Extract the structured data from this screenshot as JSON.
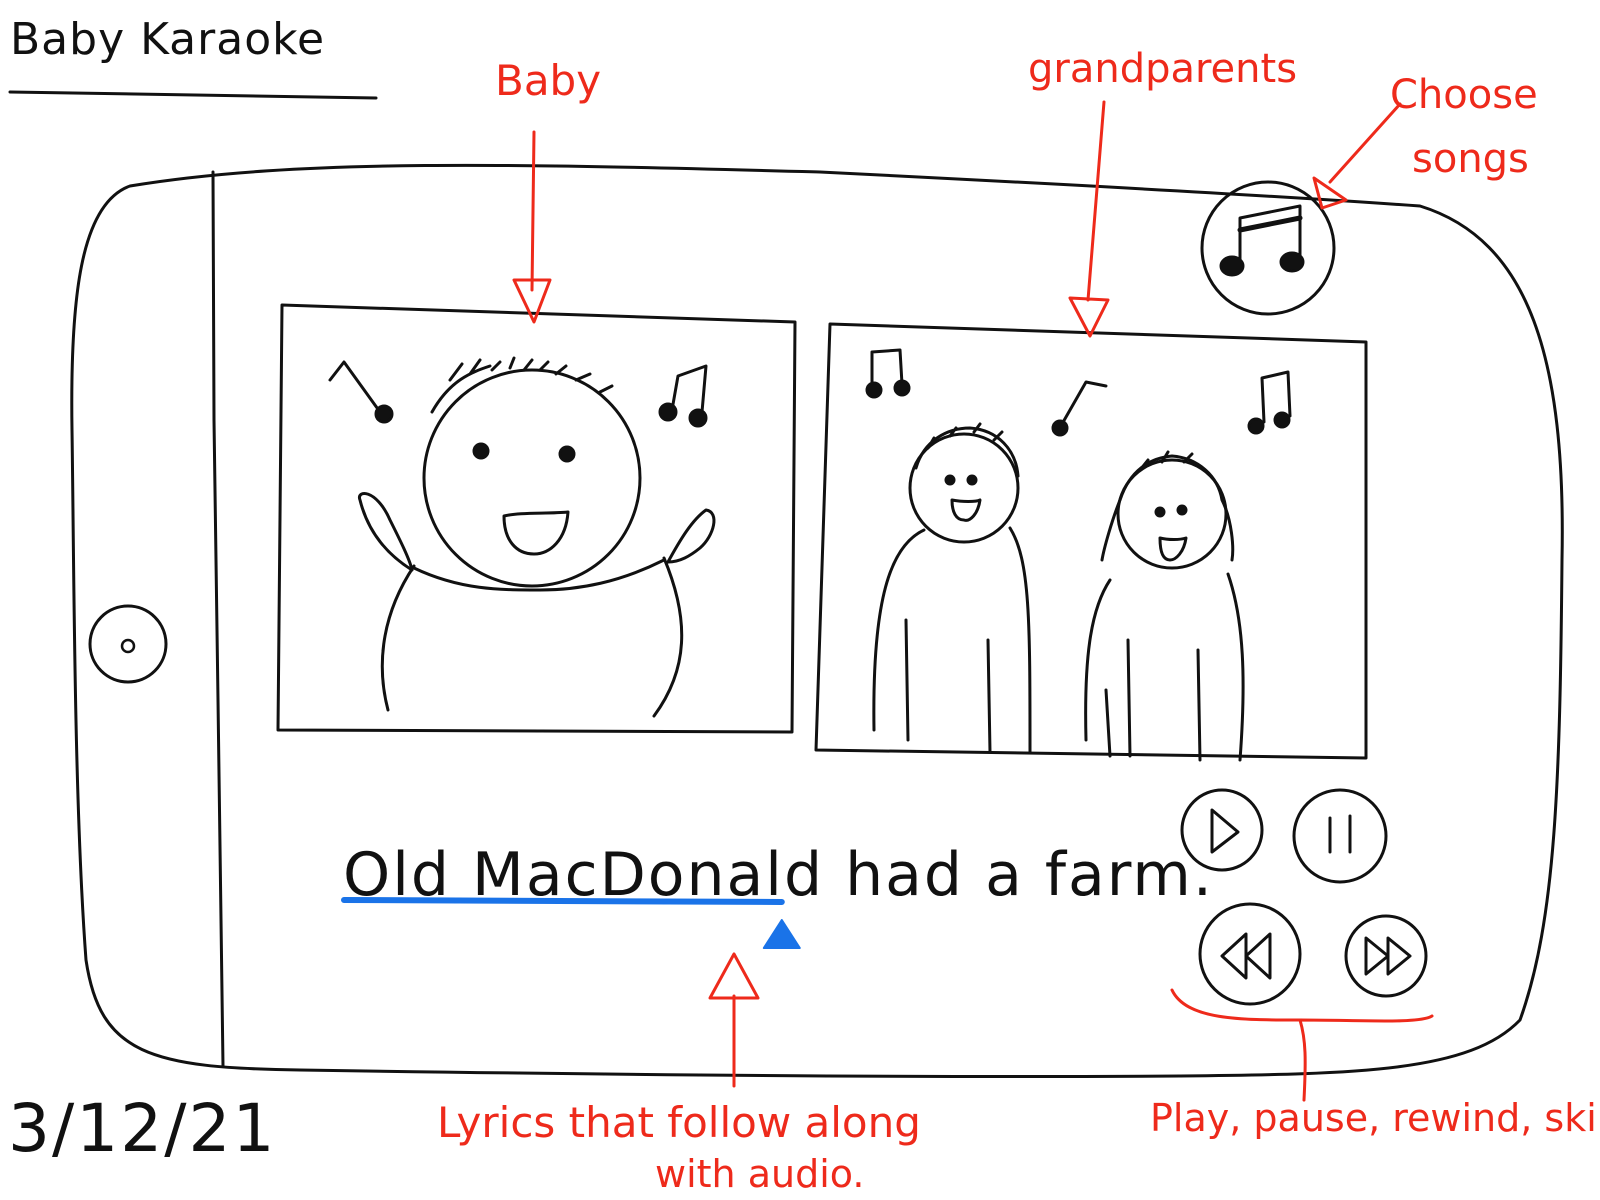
{
  "title": "Baby Karaoke",
  "date": "3/12/21",
  "annotations": {
    "baby": "Baby",
    "grandparents": "grandparents",
    "choose_songs_line1": "Choose",
    "choose_songs_line2": "songs",
    "lyrics_line1": "Lyrics that follow along",
    "lyrics_line2": "with audio.",
    "controls": "Play, pause, rewind, skip"
  },
  "lyrics": {
    "text": "Old MacDonald had a farm.",
    "progress_fraction": 0.55
  },
  "controls": {
    "choose_songs_icon": "music-note-icon",
    "play_icon": "play-icon",
    "pause_icon": "pause-icon",
    "rewind_icon": "rewind-icon",
    "skip_icon": "skip-icon",
    "home_icon": "home-button-icon"
  },
  "colors": {
    "ink": "#111111",
    "annotation": "#ee2a1b",
    "progress": "#1a73e8"
  }
}
